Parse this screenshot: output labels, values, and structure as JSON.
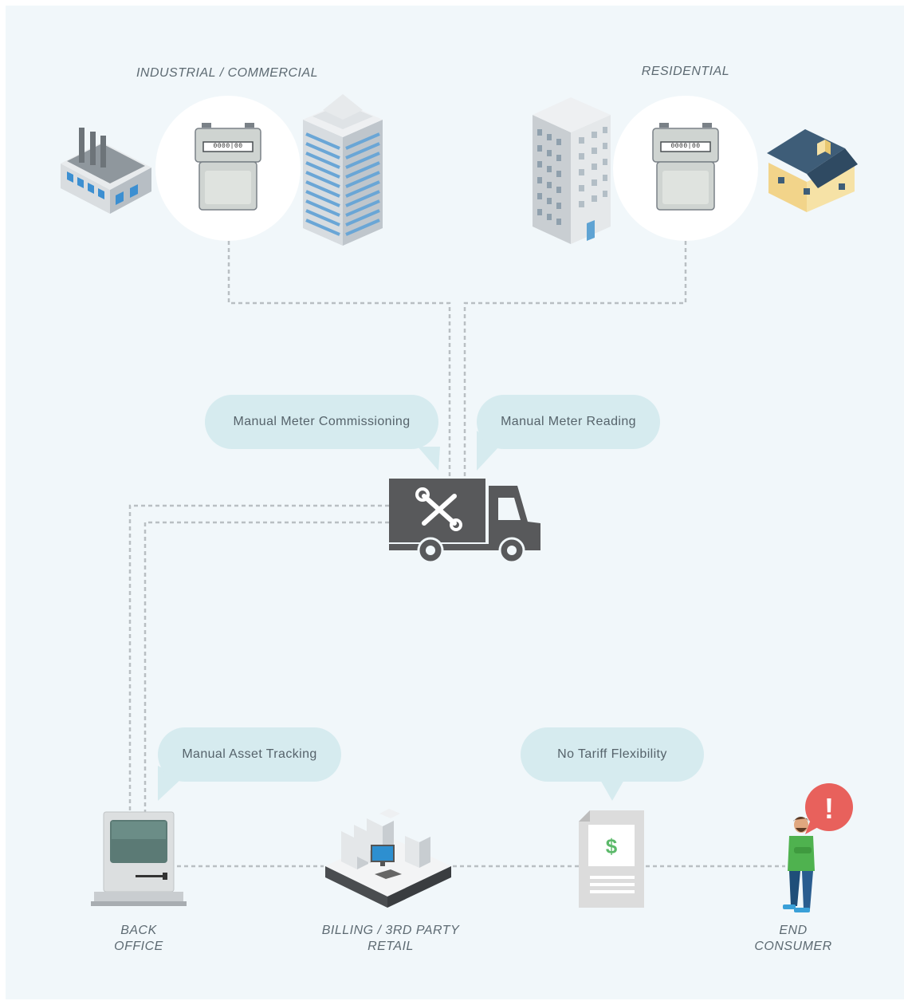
{
  "top": {
    "industrial_label": "INDUSTRIAL / COMMERCIAL",
    "residential_label": "RESIDENTIAL"
  },
  "bubbles": {
    "commissioning": "Manual Meter Commissioning",
    "reading": "Manual Meter Reading",
    "asset_tracking": "Manual Asset Tracking",
    "tariff": "No Tariff Flexibility"
  },
  "bottom": {
    "back_office_line1": "BACK",
    "back_office_line2": "OFFICE",
    "billing_line1": "BILLING / 3RD PARTY",
    "billing_line2": "RETAIL",
    "consumer_line1": "END",
    "consumer_line2": "CONSUMER"
  },
  "meter_digits": "0000|00",
  "invoice_symbol": "$",
  "alert_symbol": "!",
  "colors": {
    "background": "#f1f7fa",
    "bubble": "#d6ebef",
    "truck": "#58595b",
    "connector": "#b9bfc3",
    "alert": "#e8615c",
    "dollar": "#5cb96a"
  }
}
